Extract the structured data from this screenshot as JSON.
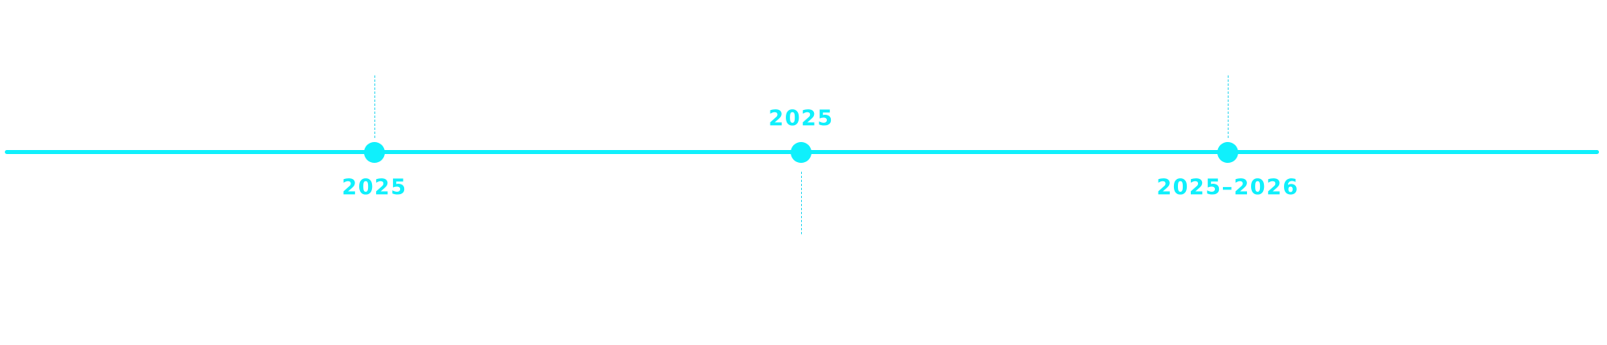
{
  "colors": {
    "accent": "#0ff0fc",
    "connector": "#34d8f0",
    "background": "#ffffff"
  },
  "milestones": [
    {
      "label": "2025",
      "label_side": "below"
    },
    {
      "label": "2025",
      "label_side": "above"
    },
    {
      "label": "2025–2026",
      "label_side": "below"
    }
  ]
}
